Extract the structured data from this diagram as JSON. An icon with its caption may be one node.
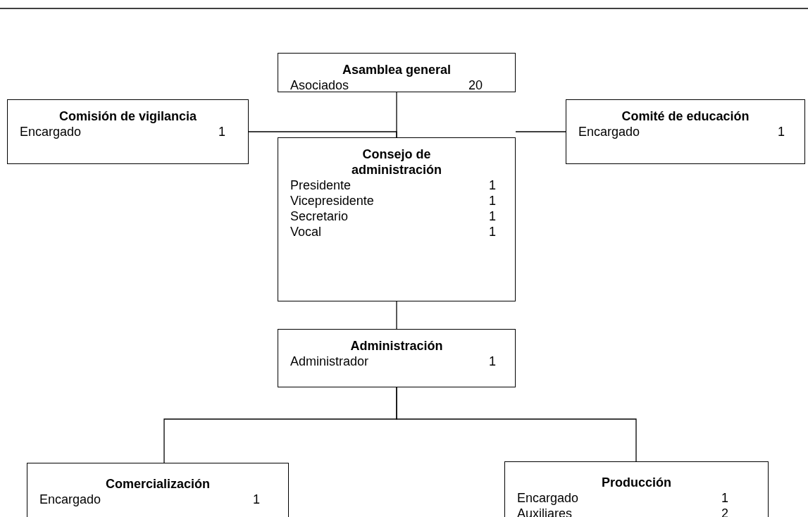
{
  "diagram": {
    "nodes": [
      {
        "text": [
          "Asamblea general",
          "Asociados",
          "20"
        ]
      },
      {
        "text": [
          "Comisión de vigilancia",
          "Encargado",
          "1"
        ]
      },
      {
        "text": [
          "Consejo de administración",
          "Presidente",
          "1",
          "Vicepresidente",
          "1",
          "Secretario",
          "1",
          "Vocal",
          "1"
        ]
      },
      {
        "text": [
          "Comité de educación",
          "Encargado",
          "1"
        ]
      },
      {
        "text": [
          "Administración",
          "Administrador",
          "1"
        ]
      },
      {
        "text": [
          "Comercialización",
          "Encargado",
          "1"
        ]
      },
      {
        "text": [
          "Producción",
          "Encargado",
          "1",
          "Auxiliares",
          "2"
        ]
      }
    ],
    "edges": [
      {
        "from": 0,
        "to": 2,
        "arrow": "none"
      },
      {
        "from": 1,
        "to": 2,
        "arrow": "none"
      },
      {
        "from": 2,
        "to": 3,
        "arrow": "none"
      },
      {
        "from": 2,
        "to": 4,
        "arrow": "none"
      },
      {
        "from": 4,
        "to": 5,
        "arrow": "none"
      },
      {
        "from": 4,
        "to": 6,
        "arrow": "none"
      }
    ]
  }
}
